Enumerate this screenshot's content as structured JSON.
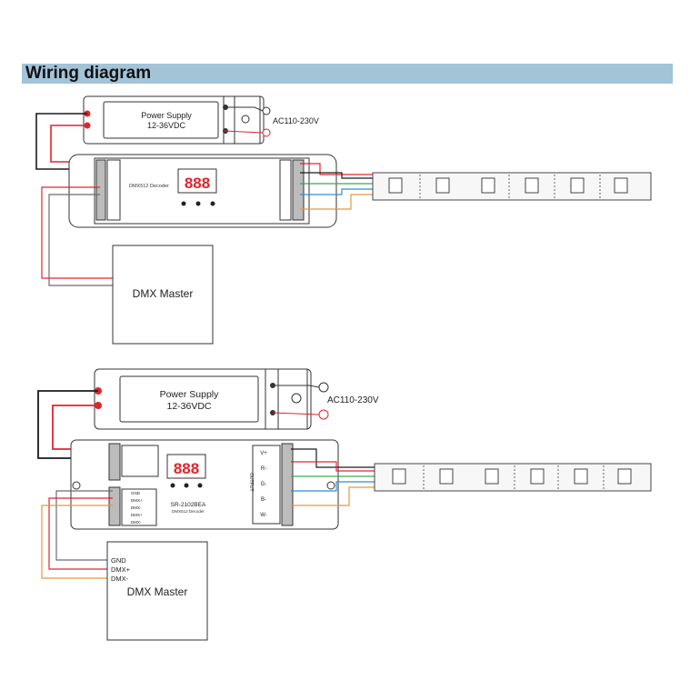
{
  "header": {
    "title": "Wiring diagram"
  },
  "colors": {
    "banner": "#a3c3d7",
    "wire_red": "#e0242b",
    "wire_black": "#1a1a1a",
    "wire_green": "#3aa655",
    "wire_blue": "#2f8fd0",
    "wire_orange": "#e8963c",
    "wire_gray": "#6a6a7a",
    "display_red": "#e0242b"
  },
  "diagram1": {
    "power_supply": {
      "line1": "Power Supply",
      "line2": "12-36VDC"
    },
    "ac_label": "AC110-230V",
    "decoder_label": "DMX512 Decoder",
    "master_label": "DMX Master"
  },
  "diagram2": {
    "power_supply": {
      "line1": "Power Supply",
      "line2": "12-36VDC"
    },
    "ac_label": "AC110-230V",
    "model": "SR-2102BEA",
    "decoder_label": "DMX512 Decoder",
    "output_label": "OUTPUT",
    "output_terminals": [
      "V+",
      "R-",
      "G-",
      "B-",
      "W-"
    ],
    "dmx_terminals": [
      "GND",
      "DMX+",
      "DMX-",
      "DMX+",
      "DMX-"
    ],
    "master_pins": [
      "GND",
      "DMX+",
      "DMX-"
    ],
    "master_label": "DMX Master"
  }
}
